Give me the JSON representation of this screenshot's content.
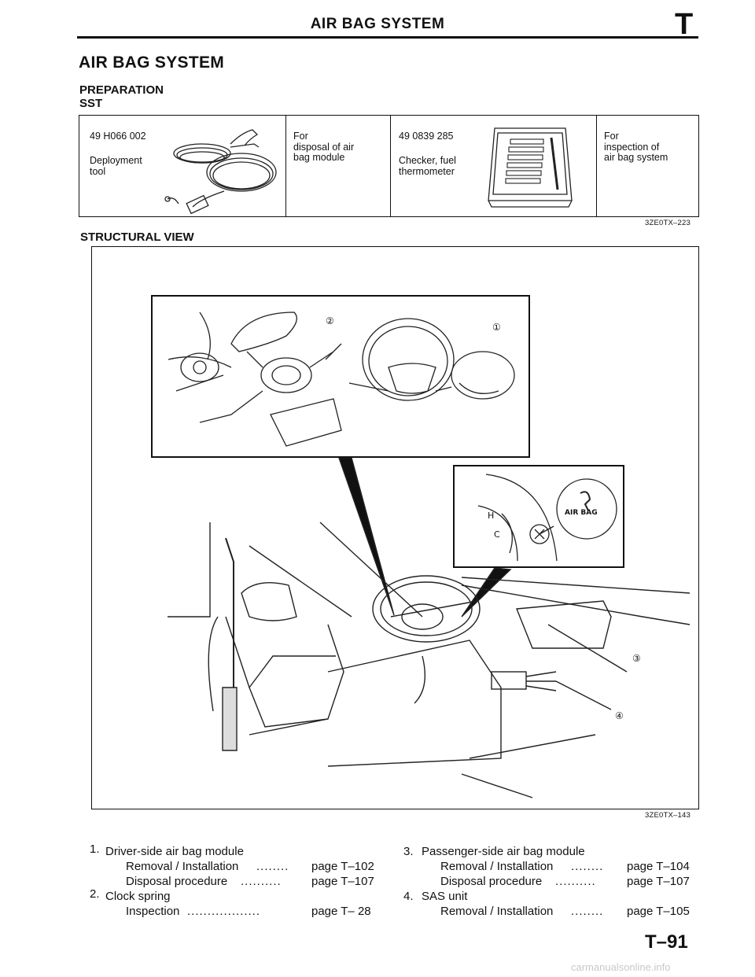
{
  "header": {
    "title": "AIR BAG SYSTEM",
    "section_letter": "T"
  },
  "section_title": "AIR BAG SYSTEM",
  "preparation": {
    "heading": "PREPARATION",
    "subheading": "SST"
  },
  "sst_tools": [
    {
      "number": "49 H066 002",
      "name": "Deployment\ntool",
      "purpose": "For\ndisposal of air\nbag module"
    },
    {
      "number": "49 0839 285",
      "name": "Checker, fuel\nthermometer",
      "purpose": "For\ninspection of\nair bag system"
    }
  ],
  "sst_code": "3ZE0TX–223",
  "structural_view": {
    "heading": "STRUCTURAL VIEW",
    "code": "3ZE0TX–143",
    "callouts": [
      "①",
      "②",
      "③",
      "④"
    ],
    "gauge_label": "AIR BAG",
    "gauge_h": "H",
    "gauge_c": "C"
  },
  "components": [
    {
      "num": "1.",
      "name": "Driver-side air bag module",
      "refs": [
        {
          "label": "Removal / Installation",
          "dots": "........",
          "page": "page T–102"
        },
        {
          "label": "Disposal procedure",
          "dots": "..........",
          "page": "page T–107"
        }
      ]
    },
    {
      "num": "2.",
      "name": "Clock spring",
      "refs": [
        {
          "label": "Inspection",
          "dots": "..................",
          "page": "page T– 28"
        }
      ]
    },
    {
      "num": "3.",
      "name": "Passenger-side air bag module",
      "refs": [
        {
          "label": "Removal / Installation",
          "dots": "........",
          "page": "page T–104"
        },
        {
          "label": "Disposal procedure",
          "dots": "..........",
          "page": "page T–107"
        }
      ]
    },
    {
      "num": "4.",
      "name": "SAS unit",
      "refs": [
        {
          "label": "Removal / Installation",
          "dots": "........",
          "page": "page T–105"
        }
      ]
    }
  ],
  "page_number": "T–91",
  "watermark": "carmanualsonline.info"
}
